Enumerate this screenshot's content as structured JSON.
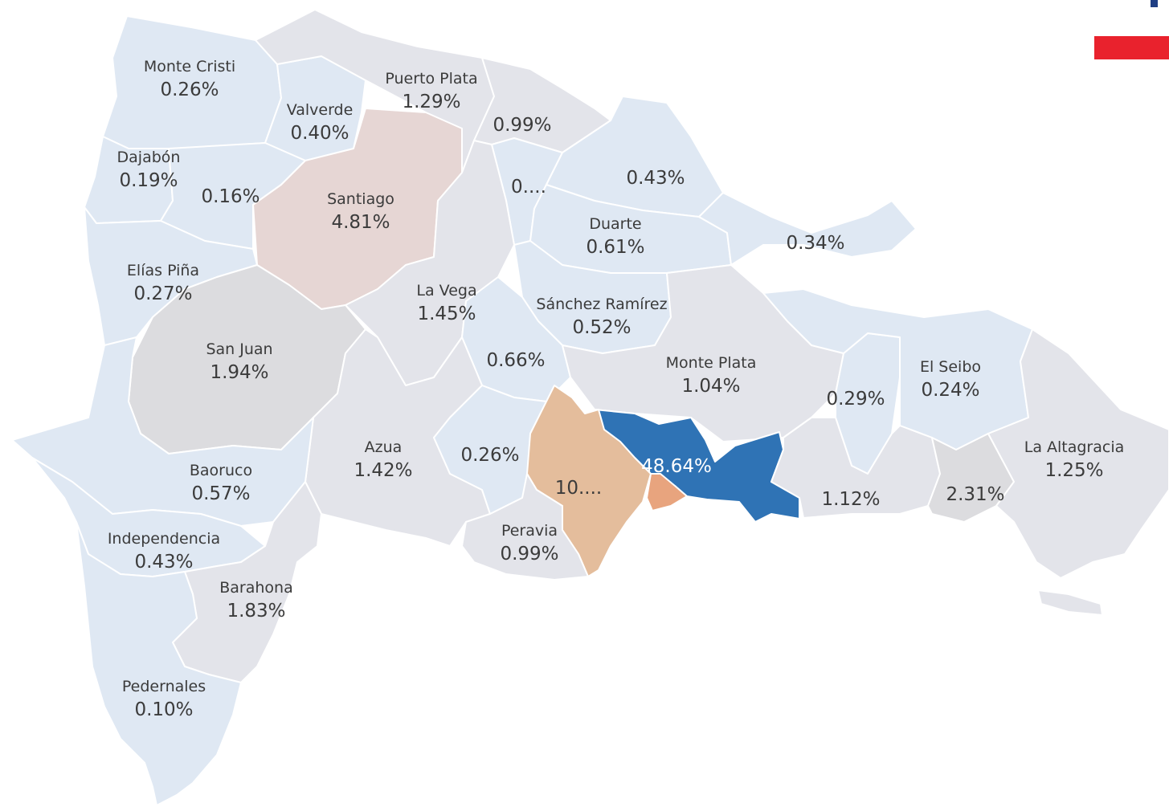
{
  "colors": {
    "light_blue": "#dfe8f3",
    "light_gray": "#e3e4ea",
    "gray": "#dcdcdf",
    "beige": "#e6d6d4",
    "tan": "#e4bd9c",
    "orange": "#e8a47e",
    "dark_blue": "#2f73b5",
    "flag_blue": "#1f3f84",
    "flag_red": "#e9222d"
  },
  "regions": [
    {
      "id": "monte-cristi",
      "name": "Monte Cristi",
      "value": "0.26%",
      "color": "light_blue"
    },
    {
      "id": "valverde",
      "name": "Valverde",
      "value": "0.40%",
      "color": "light_blue"
    },
    {
      "id": "puerto-plata",
      "name": "Puerto Plata",
      "value": "1.29%",
      "color": "light_gray"
    },
    {
      "id": "espaillat",
      "name": "",
      "value": "0.99%",
      "color": "light_gray"
    },
    {
      "id": "dajabon",
      "name": "Dajabón",
      "value": "0.19%",
      "color": "light_blue"
    },
    {
      "id": "santiago-rodriguez",
      "name": "",
      "value": "0.16%",
      "color": "light_blue"
    },
    {
      "id": "santiago",
      "name": "Santiago",
      "value": "4.81%",
      "color": "beige"
    },
    {
      "id": "hermanas-mirabal",
      "name": "",
      "value": "0....",
      "color": "light_blue"
    },
    {
      "id": "maria-trinidad-sanchez",
      "name": "",
      "value": "0.43%",
      "color": "light_blue"
    },
    {
      "id": "duarte",
      "name": "Duarte",
      "value": "0.61%",
      "color": "light_blue"
    },
    {
      "id": "samana",
      "name": "",
      "value": "0.34%",
      "color": "light_blue"
    },
    {
      "id": "elias-pina",
      "name": "Elías Piña",
      "value": "0.27%",
      "color": "light_blue"
    },
    {
      "id": "la-vega",
      "name": "La Vega",
      "value": "1.45%",
      "color": "light_gray"
    },
    {
      "id": "sanchez-ramirez",
      "name": "Sánchez Ramírez",
      "value": "0.52%",
      "color": "light_blue"
    },
    {
      "id": "monsenor-nouel",
      "name": "",
      "value": "0.66%",
      "color": "light_blue"
    },
    {
      "id": "san-juan",
      "name": "San Juan",
      "value": "1.94%",
      "color": "gray"
    },
    {
      "id": "monte-plata",
      "name": "Monte Plata",
      "value": "1.04%",
      "color": "light_gray"
    },
    {
      "id": "hato-mayor",
      "name": "",
      "value": "0.29%",
      "color": "light_blue"
    },
    {
      "id": "el-seibo",
      "name": "El Seibo",
      "value": "0.24%",
      "color": "light_blue"
    },
    {
      "id": "azua",
      "name": "Azua",
      "value": "1.42%",
      "color": "light_gray"
    },
    {
      "id": "san-jose-de-ocoa",
      "name": "",
      "value": "0.26%",
      "color": "light_blue"
    },
    {
      "id": "santo-domingo",
      "name": "",
      "value": "48.64%",
      "color": "dark_blue"
    },
    {
      "id": "san-cristobal",
      "name": "",
      "value": "10....",
      "color": "tan"
    },
    {
      "id": "distrito-nacional",
      "name": "",
      "value": "",
      "color": "orange"
    },
    {
      "id": "san-pedro-de-macoris",
      "name": "",
      "value": "1.12%",
      "color": "light_gray"
    },
    {
      "id": "la-romana",
      "name": "",
      "value": "2.31%",
      "color": "gray"
    },
    {
      "id": "la-altagracia",
      "name": "La Altagracia",
      "value": "1.25%",
      "color": "light_gray"
    },
    {
      "id": "baoruco",
      "name": "Baoruco",
      "value": "0.57%",
      "color": "light_blue"
    },
    {
      "id": "peravia",
      "name": "Peravia",
      "value": "0.99%",
      "color": "light_gray"
    },
    {
      "id": "independencia",
      "name": "Independencia",
      "value": "0.43%",
      "color": "light_blue"
    },
    {
      "id": "barahona",
      "name": "Barahona",
      "value": "1.83%",
      "color": "light_gray"
    },
    {
      "id": "pedernales",
      "name": "Pedernales",
      "value": "0.10%",
      "color": "light_blue"
    }
  ]
}
